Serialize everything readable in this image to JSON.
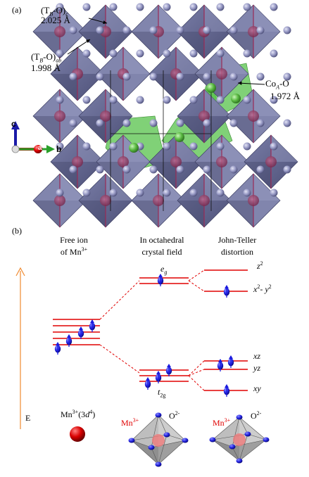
{
  "panel_a": {
    "label": "(a)",
    "tb_o_c": {
      "main": "(T",
      "sub1": "B",
      "mid": "-O)",
      "sub2": "c",
      "value": "2.025 Å"
    },
    "tb_o_ab": {
      "main": "(T",
      "sub1": "B",
      "mid": "-O)",
      "sub2": "ab",
      "value": "1.998 Å"
    },
    "co_a_o": {
      "main": "Co",
      "sub1": "A",
      "mid": "-O",
      "value": "1.972 Å"
    },
    "axes": {
      "c": "c",
      "a": "a",
      "b": "b"
    },
    "colors": {
      "octahedron": "#6b6f96",
      "octahedron_dark": "#4a4d72",
      "cobalt_poly": "#55c24a",
      "oxygen": "#9496c2",
      "center": "#8c2a52"
    }
  },
  "panel_b": {
    "label": "(b)",
    "col1": {
      "line1": "Free ion",
      "line2_prefix": "of Mn",
      "line2_sup": "3+"
    },
    "col2": {
      "line1": "In octahedral",
      "line2": "crystal field"
    },
    "col3": {
      "line1": "John-Teller",
      "line2": "distortion"
    },
    "eg": {
      "main": "e",
      "sub": "g"
    },
    "t2g": {
      "main": "t",
      "sub": "2g"
    },
    "levels": {
      "z2": {
        "main": "z",
        "sup": "2"
      },
      "x2y2": {
        "x": "x",
        "sup1": "2",
        "mid": "- y",
        "sup2": "2"
      },
      "xz": "xz",
      "yz": "yz",
      "xy": "xy"
    },
    "energy_axis": "E",
    "ion": {
      "prefix": "Mn",
      "sup": "3+",
      "open": "(3",
      "d": "d",
      "dsup": "4",
      "close": ")"
    },
    "mn_label": {
      "main": "Mn",
      "sup": "3+"
    },
    "o_label": {
      "main": "O",
      "sup": "2-"
    },
    "colors": {
      "level": "#e00000",
      "electron": "#1a1adf",
      "arrow": "#f08a30",
      "mn_ion": "#d00000"
    }
  }
}
